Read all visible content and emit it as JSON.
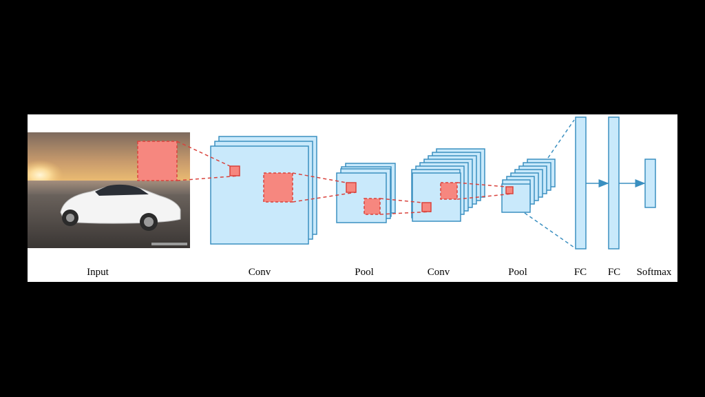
{
  "colors": {
    "background": "#000000",
    "panel": "#ffffff",
    "layer_fill": "#c9e9fb",
    "layer_stroke": "#3a8fc0",
    "kernel_fill": "#f6877f",
    "kernel_stroke": "#d9423c",
    "connector": "#d9423c",
    "fc_connector": "#3a8fc0"
  },
  "diagram": {
    "input_image": "car-photo",
    "stages": [
      {
        "id": "input",
        "label": "Input"
      },
      {
        "id": "conv1",
        "label": "Conv"
      },
      {
        "id": "pool1",
        "label": "Pool"
      },
      {
        "id": "conv2",
        "label": "Conv"
      },
      {
        "id": "pool2",
        "label": "Pool"
      },
      {
        "id": "fc1",
        "label": "FC"
      },
      {
        "id": "fc2",
        "label": "FC"
      },
      {
        "id": "softmax",
        "label": "Softmax"
      }
    ]
  }
}
